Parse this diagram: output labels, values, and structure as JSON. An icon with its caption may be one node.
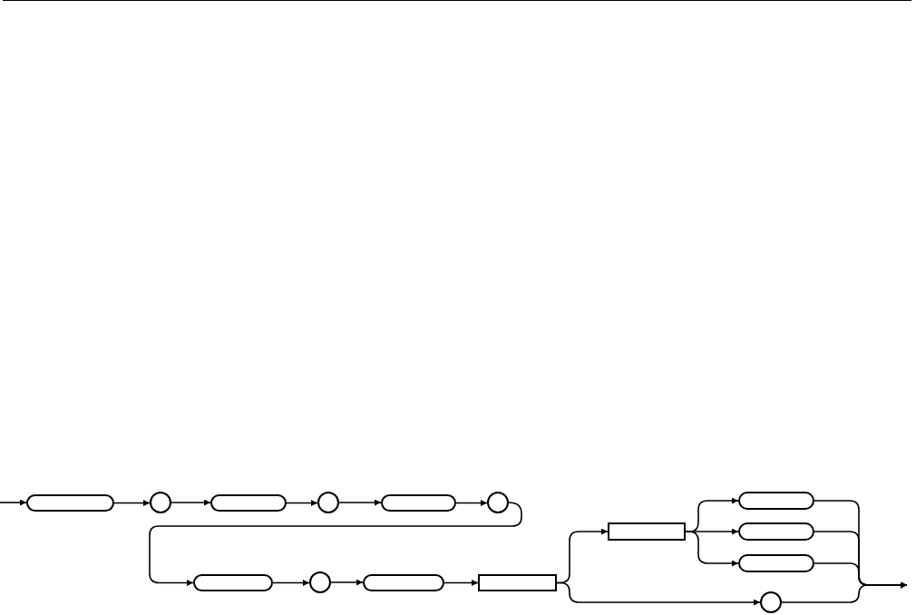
{
  "diagram": {
    "nodes": [
      {
        "text": [],
        "shape": "pill"
      },
      {
        "text": [],
        "shape": "circle"
      },
      {
        "text": [],
        "shape": "pill"
      },
      {
        "text": [],
        "shape": "circle"
      },
      {
        "text": [],
        "shape": "pill"
      },
      {
        "text": [],
        "shape": "circle"
      },
      {
        "text": [],
        "shape": "pill"
      },
      {
        "text": [],
        "shape": "circle"
      },
      {
        "text": [],
        "shape": "pill"
      },
      {
        "text": [],
        "shape": "box"
      },
      {
        "text": [],
        "shape": "box"
      },
      {
        "text": [],
        "shape": "pill"
      },
      {
        "text": [],
        "shape": "pill"
      },
      {
        "text": [],
        "shape": "pill"
      },
      {
        "text": [],
        "shape": "circle"
      }
    ],
    "edges": [
      {
        "from": null,
        "to": 0,
        "arrow": "to"
      },
      {
        "from": 0,
        "to": 1,
        "arrow": "to"
      },
      {
        "from": 1,
        "to": 2,
        "arrow": "to"
      },
      {
        "from": 2,
        "to": 3,
        "arrow": "to"
      },
      {
        "from": 3,
        "to": 4,
        "arrow": "to"
      },
      {
        "from": 4,
        "to": 5,
        "arrow": "to"
      },
      {
        "from": 5,
        "to": 6,
        "arrow": "to"
      },
      {
        "from": 6,
        "to": 7,
        "arrow": "to"
      },
      {
        "from": 7,
        "to": 8,
        "arrow": "to"
      },
      {
        "from": 8,
        "to": 9,
        "arrow": "to"
      },
      {
        "from": 9,
        "to": 10,
        "arrow": "to"
      },
      {
        "from": 9,
        "to": 14,
        "arrow": "to"
      },
      {
        "from": 10,
        "to": 11,
        "arrow": "to"
      },
      {
        "from": 10,
        "to": 12,
        "arrow": "to"
      },
      {
        "from": 10,
        "to": 13,
        "arrow": "to"
      },
      {
        "from": 11,
        "to": null,
        "arrow": "to"
      },
      {
        "from": 12,
        "to": null,
        "arrow": "to"
      },
      {
        "from": 13,
        "to": null,
        "arrow": "to"
      },
      {
        "from": 14,
        "to": null,
        "arrow": "to"
      }
    ]
  }
}
